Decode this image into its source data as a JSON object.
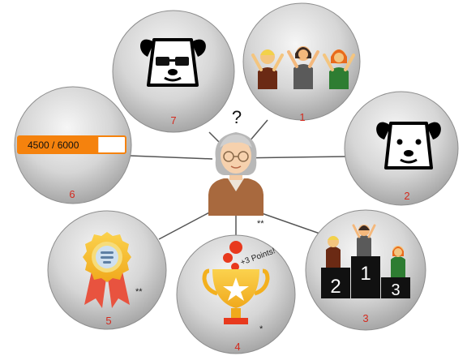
{
  "center": {
    "question_mark": "?",
    "footnote_mark": "**"
  },
  "nodes": [
    {
      "id": "node-7",
      "label": "7",
      "content": "dog-sunglasses-icon"
    },
    {
      "id": "node-1",
      "label": "1",
      "content": "cheering-people-icon"
    },
    {
      "id": "node-2",
      "label": "2",
      "content": "dog-icon"
    },
    {
      "id": "node-3",
      "label": "3",
      "content": "podium-icon",
      "podium": [
        "2",
        "1",
        "3"
      ]
    },
    {
      "id": "node-4",
      "label": "4",
      "content": "trophy-icon",
      "points_text": "+3 Points!",
      "footnote_mark": "*"
    },
    {
      "id": "node-5",
      "label": "5",
      "content": "award-badge-icon",
      "footnote_mark": "**"
    },
    {
      "id": "node-6",
      "label": "6",
      "content": "progress-bar",
      "progress_text": "4500 / 6000",
      "progress_value": 4500,
      "progress_max": 6000
    }
  ],
  "colors": {
    "label_red": "#d42a1e",
    "progress_orange": "#f5820d",
    "line": "#555555",
    "orb_dark": "#a9a9a9",
    "orb_light": "#f6f6f6"
  }
}
